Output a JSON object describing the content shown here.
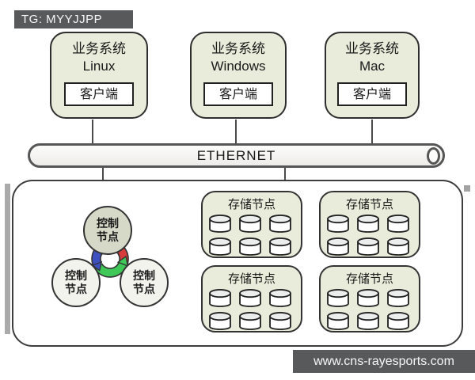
{
  "tg_label": "TG: MYYJJPP",
  "watermark": "www.cns-rayesports.com",
  "ethernet": {
    "label": "ETHERNET"
  },
  "systems": [
    {
      "title_line1": "业务系统",
      "title_line2": "Linux",
      "client_label": "客户端"
    },
    {
      "title_line1": "业务系统",
      "title_line2": "Windows",
      "client_label": "客户端"
    },
    {
      "title_line1": "业务系统",
      "title_line2": "Mac",
      "client_label": "客户端"
    }
  ],
  "cluster": {
    "control_nodes": [
      {
        "line1": "控制",
        "line2": "节点"
      },
      {
        "line1": "控制",
        "line2": "节点"
      },
      {
        "line1": "控制",
        "line2": "节点"
      }
    ],
    "cycle_icon_colors": {
      "blue": "#3f51c1",
      "red": "#d63c3c",
      "green": "#3fc758"
    }
  },
  "storage_nodes": [
    {
      "title": "存储节点",
      "cylinder_count": 6
    },
    {
      "title": "存储节点",
      "cylinder_count": 6
    },
    {
      "title": "存储节点",
      "cylinder_count": 6
    },
    {
      "title": "存储节点",
      "cylinder_count": 6
    }
  ],
  "colors": {
    "node_box_fill": "#e9ecda",
    "top_circle_fill": "#d7d9c8",
    "side_circle_fill": "#f3f3ed",
    "label_bar_bg": "#58595b",
    "border_dark": "#2e2e2e"
  }
}
